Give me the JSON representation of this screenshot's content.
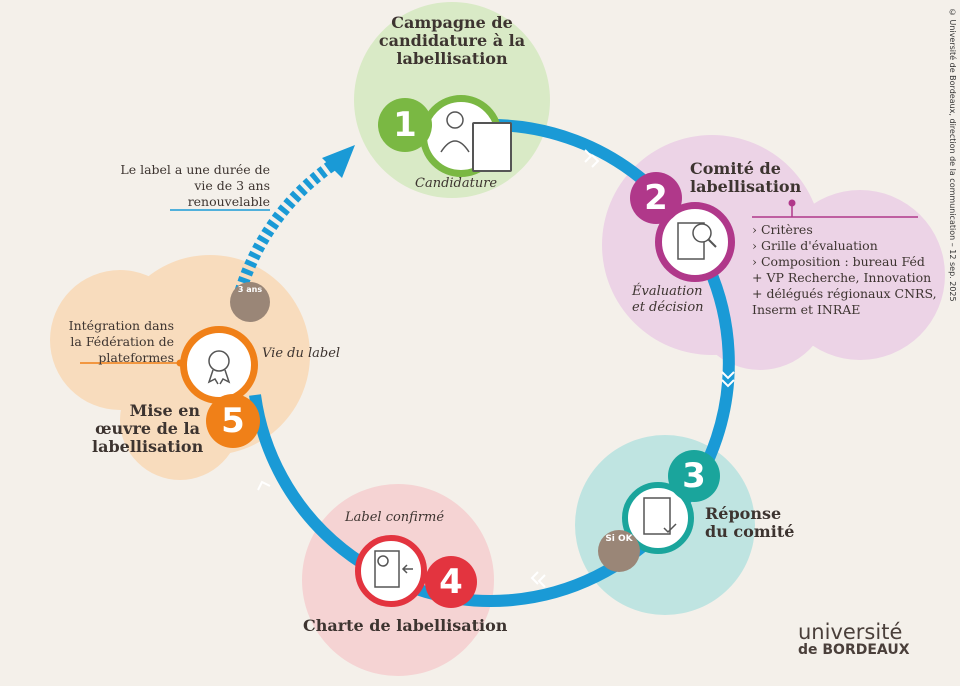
{
  "colors": {
    "ring": "#1a9ad6",
    "step1": "#7ab843",
    "step2": "#b0388a",
    "step3": "#1aa59c",
    "step4": "#e3343f",
    "step5": "#f08018"
  },
  "steps": [
    {
      "number": "1",
      "title": "Campagne de candidature à la labellisation",
      "caption": "Candidature",
      "icon": "applicant-form-icon"
    },
    {
      "number": "2",
      "title": "Comité de labellisation",
      "caption": "Évaluation et décision",
      "icon": "document-magnifier-icon",
      "details": [
        "Critères",
        "Grille d'évaluation",
        "Composition : bureau Féd + VP Recherche, Innovation + délégués régionaux CNRS, Inserm et INRAE"
      ]
    },
    {
      "number": "3",
      "title": "Réponse du comité",
      "badge": "Si OK",
      "icon": "checked-document-icon"
    },
    {
      "number": "4",
      "title": "Charte de labellisation",
      "caption": "Label confirmé",
      "icon": "certificate-icon"
    },
    {
      "number": "5",
      "title": "Mise en œuvre de la labellisation",
      "caption": "Vie du label",
      "note": "Intégration dans la Fédération de plateformes",
      "badge": "3 ans",
      "icon": "award-ribbon-icon"
    }
  ],
  "lifetime_note": "Le label a une durée de vie de 3 ans renouvelable",
  "logo": {
    "line1": "université",
    "line2": "de BORDEAUX"
  },
  "credit": "© Université de Bordeaux, direction de la communication – 12 sep. 2025"
}
